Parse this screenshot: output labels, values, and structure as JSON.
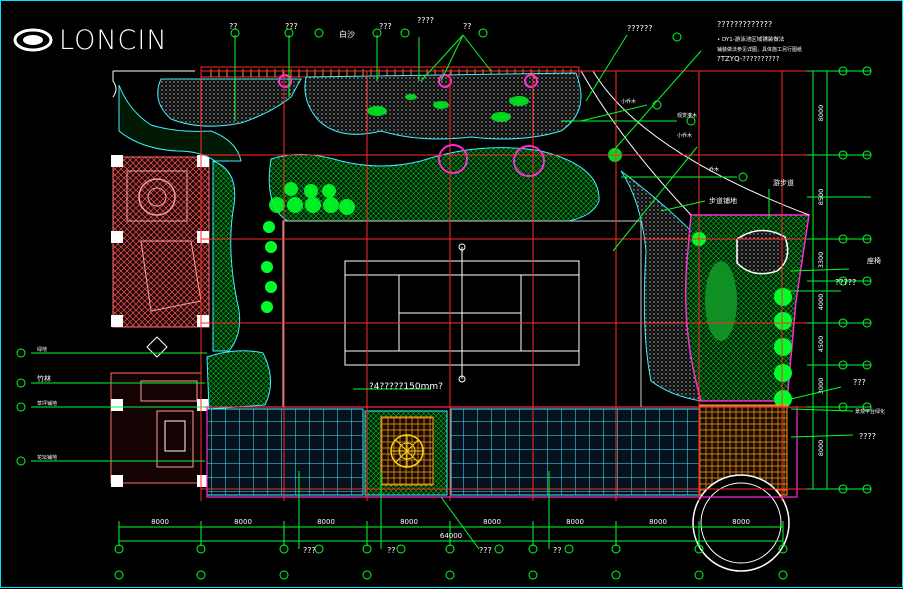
{
  "brand": {
    "logo_text": "LONCIN"
  },
  "labels": {
    "top_q1": "??",
    "top_q2": "???",
    "top_sand": "白沙",
    "top_q3": "???",
    "top_q4": "????",
    "top_q5": "??",
    "top_right": "??????",
    "header_title": "?????????????",
    "header_line1": "• DY1-游泳池区域铺装做法",
    "header_line2": "铺装做法参见详图，具体施工另行图纸",
    "header_line3": "?TZYQ-??????????",
    "walkway": "步道铺地",
    "plank_road": "游步道",
    "bench": "座椅",
    "right_q1": "?????",
    "right_q2": "???",
    "right_q3": "????",
    "right_mid": "景观平台绿化",
    "center_note": "?4?????150mm?",
    "left_1": "绿地",
    "left_2": "竹林",
    "left_3": "草坪铺地",
    "left_4": "花坛铺地",
    "bottom_q1": "???",
    "bottom_q2": "??",
    "bottom_q3": "???",
    "bottom_q4": "??",
    "small_1": "小乔木",
    "small_2": "观赏灌木",
    "small_3": "小乔木",
    "small_4": "乔木"
  },
  "dimensions": {
    "bottom": [
      "8000",
      "8000",
      "8000",
      "8000",
      "8000",
      "8000",
      "8000",
      "8000"
    ],
    "total": "64000",
    "right": [
      "8000",
      "8500",
      "3300",
      "4000",
      "4500",
      "3000",
      "8000"
    ]
  },
  "colors": {
    "background": "#000000",
    "frame": "#00e5ff",
    "grid": "#ff2a2a",
    "plant": "#00ff2a",
    "paving": "#ff7a7a",
    "pool_tile": "#3ef0ff",
    "axis": "#00ff2a",
    "text": "#ffffff",
    "accent": "#ff2bd4"
  }
}
